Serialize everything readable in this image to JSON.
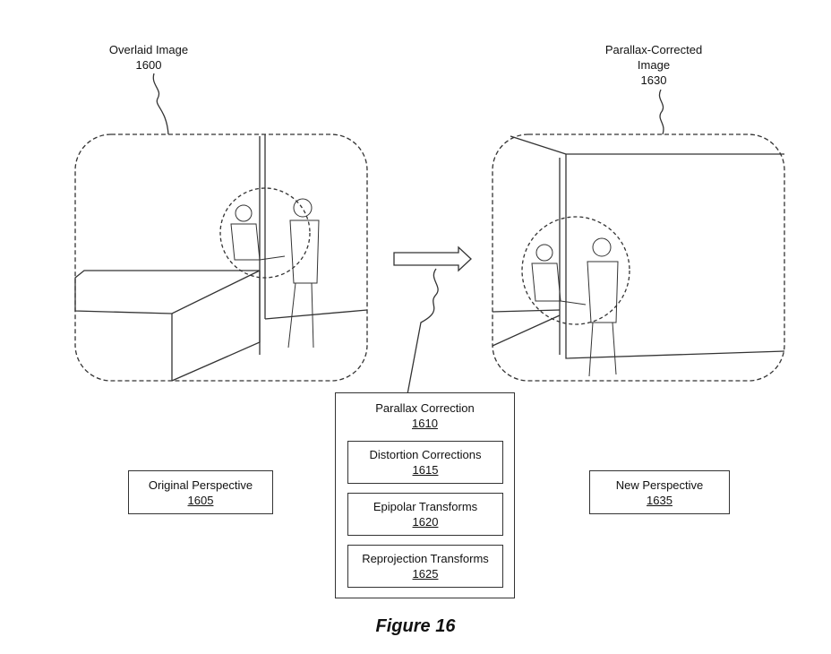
{
  "overlaid_image": {
    "title": "Overlaid Image",
    "ref": "1600"
  },
  "parallax_corrected_image": {
    "title_line1": "Parallax-Corrected",
    "title_line2": "Image",
    "ref": "1630"
  },
  "original_perspective": {
    "title": "Original Perspective",
    "ref": "1605"
  },
  "new_perspective": {
    "title": "New Perspective",
    "ref": "1635"
  },
  "parallax_correction": {
    "title": "Parallax Correction",
    "ref": "1610",
    "items": [
      {
        "title": "Distortion Corrections",
        "ref": "1615"
      },
      {
        "title": "Epipolar Transforms",
        "ref": "1620"
      },
      {
        "title": "Reprojection Transforms",
        "ref": "1625"
      }
    ]
  },
  "figure_caption": "Figure 16"
}
